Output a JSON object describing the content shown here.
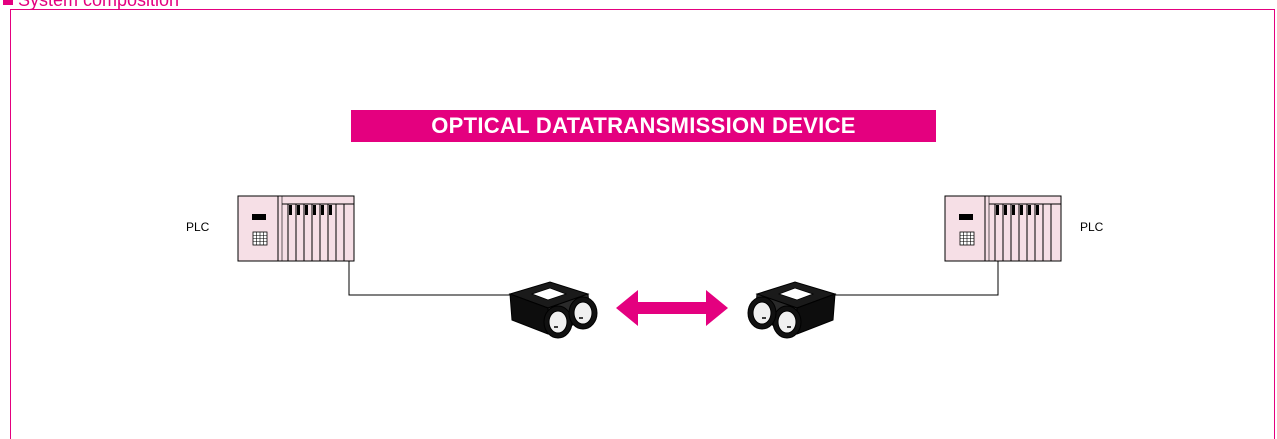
{
  "header": {
    "title": "System composition"
  },
  "banner": {
    "text": "OPTICAL DATATRANSMISSION DEVICE"
  },
  "nodes": {
    "plc_left": {
      "label": "PLC"
    },
    "plc_right": {
      "label": "PLC"
    }
  },
  "colors": {
    "accent": "#e4007f",
    "plc_fill": "#f6dfe6",
    "line": "#000000"
  }
}
